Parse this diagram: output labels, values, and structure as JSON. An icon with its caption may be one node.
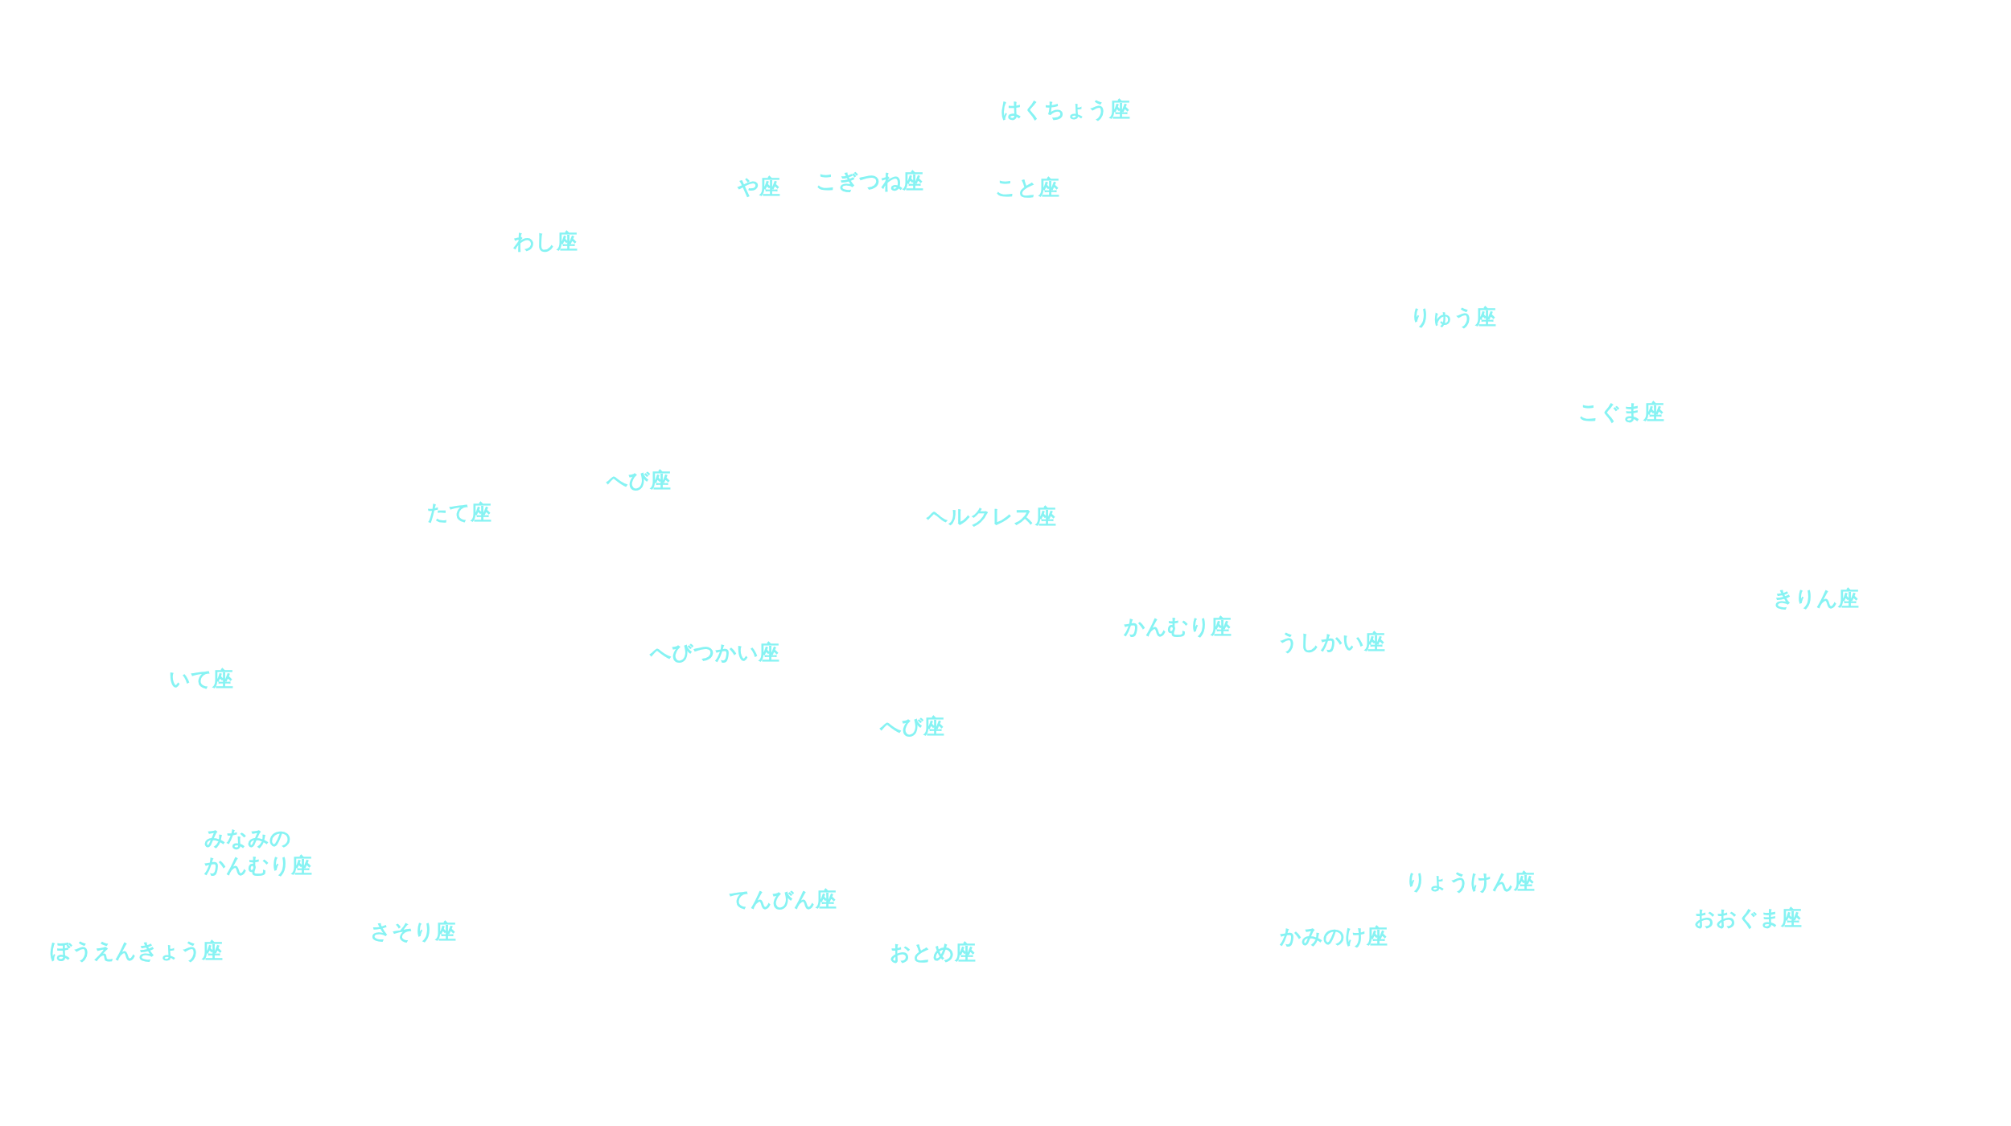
{
  "diagram": {
    "labels": [
      "はくちょう座",
      "や座",
      "こぎつね座",
      "こと座",
      "わし座",
      "りゅう座",
      "こぐま座",
      "へび座",
      "たて座",
      "ヘルクレス座",
      "きりん座",
      "かんむり座",
      "うしかい座",
      "へびつかい座",
      "いて座",
      "へび座",
      "みなみのかんむり座",
      "りょうけん座",
      "てんびん座",
      "おおぐま座",
      "さそり座",
      "かみのけ座",
      "ぼうえんきょう座",
      "おとめ座"
    ]
  }
}
